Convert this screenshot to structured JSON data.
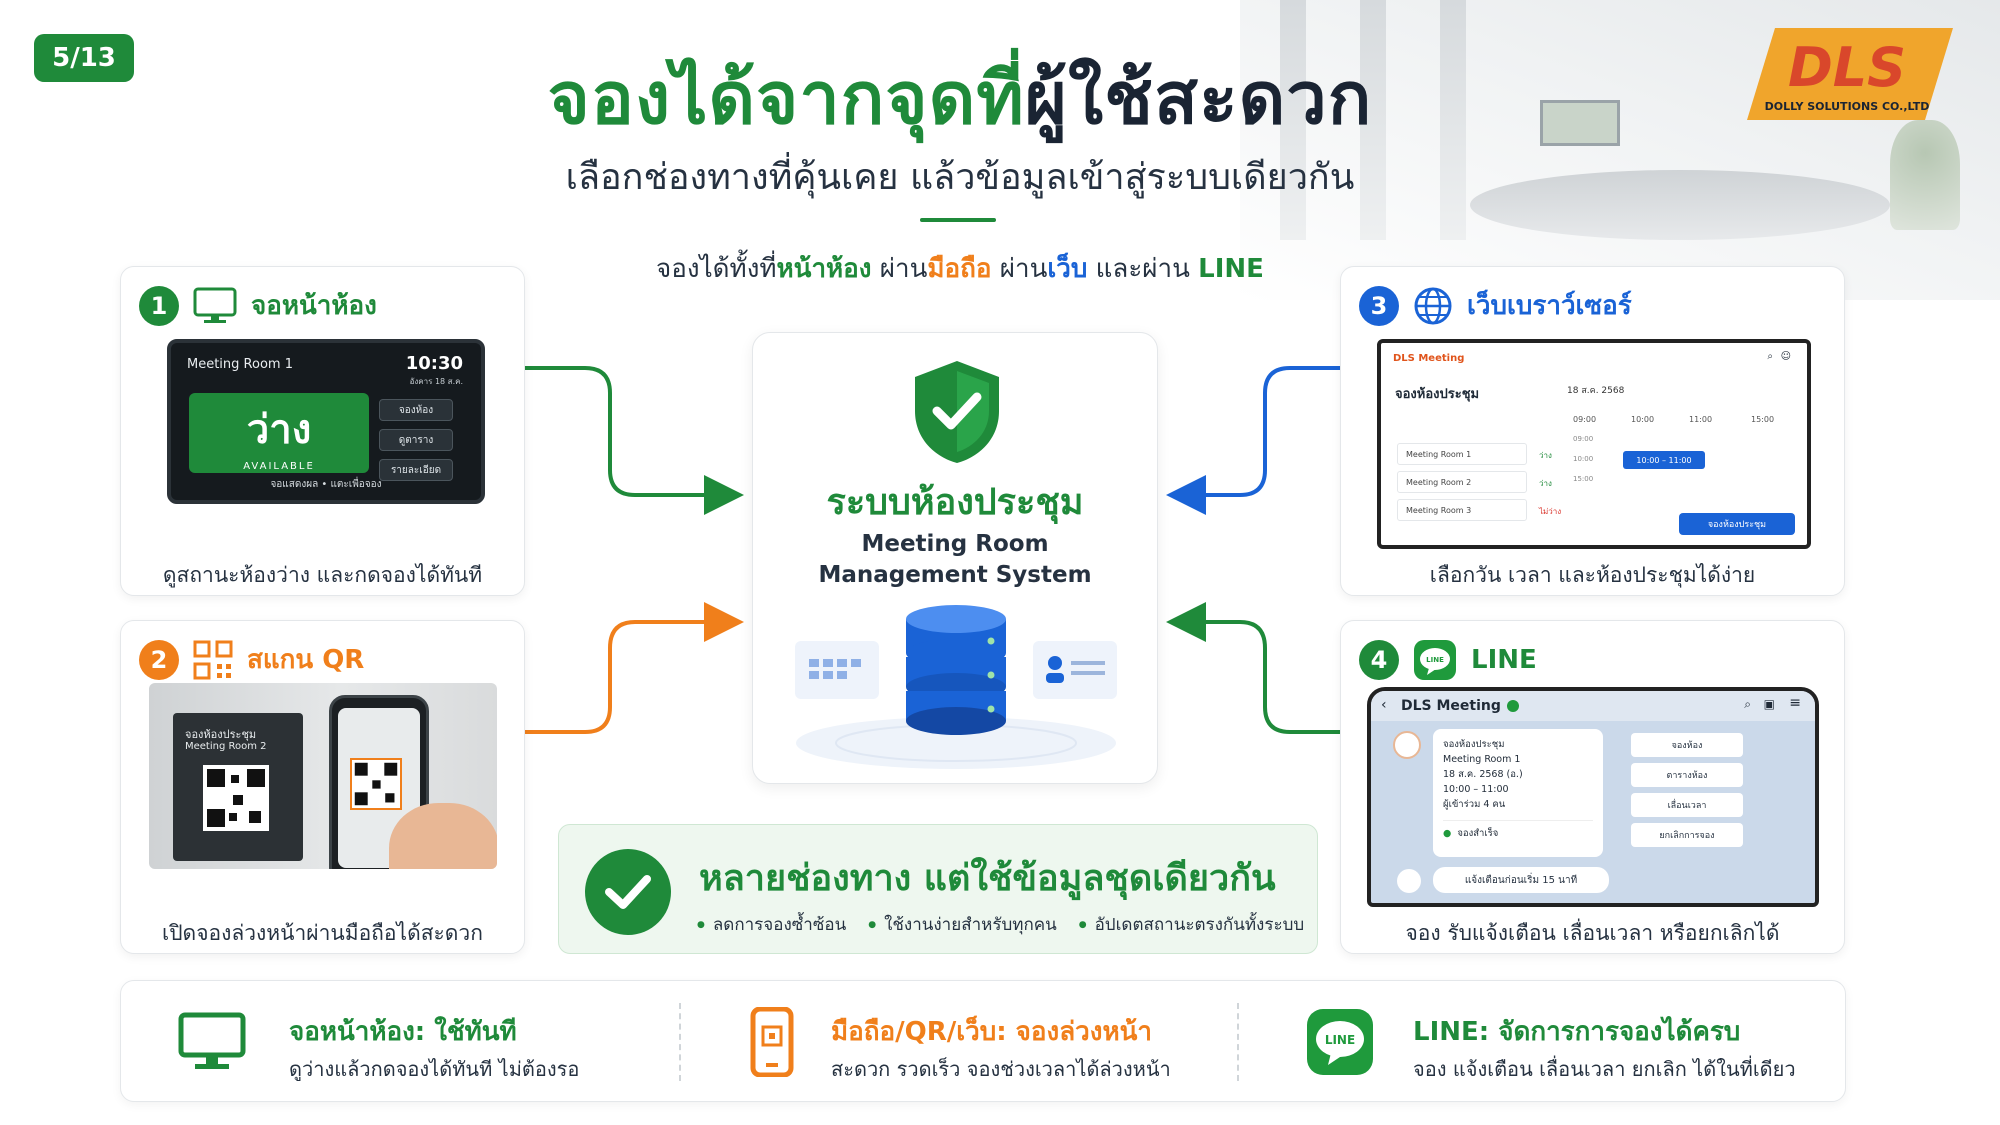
{
  "page_badge": "5/13",
  "logo": {
    "text": "DLS",
    "company": "DOLLY SOLUTIONS CO.,LTD"
  },
  "header": {
    "title_green": "จองได้จากจุดที่",
    "title_dark": "ผู้ใช้สะดวก",
    "subtitle": "เลือกช่องทางที่คุ้นเคย แล้วข้อมูลเข้าสู่ระบบเดียวกัน",
    "tagline": {
      "p1": "จองได้ทั้งที่",
      "h1": "หน้าห้อง",
      "p2": " ผ่าน",
      "h2": "มือถือ",
      "p3": " ผ่าน",
      "h3": "เว็บ",
      "p4": " และผ่าน ",
      "h4": "LINE"
    }
  },
  "colors": {
    "green": "#1f8a3a",
    "orange": "#f07f1b",
    "blue": "#1a63d6",
    "dark": "#1a2433"
  },
  "cards": {
    "kiosk": {
      "number": "1",
      "title": "จอหน้าห้อง",
      "icon": "monitor-icon",
      "screen": {
        "room": "Meeting Room 1",
        "time": "10:30",
        "date": "อังคาร 18 ส.ค.",
        "status": "ว่าง",
        "status_en": "AVAILABLE",
        "buttons": [
          "จองห้อง",
          "ดูตาราง",
          "รายละเอียด"
        ],
        "footer": "จอแสดงผล • แตะเพื่อจอง"
      },
      "caption": "ดูสถานะห้องว่าง และกดจองได้ทันที"
    },
    "qr": {
      "number": "2",
      "title": "สแกน QR",
      "icon": "qr-code-icon",
      "plate": {
        "line1": "จองห้องประชุม",
        "line2": "Meeting Room 2"
      },
      "caption": "เปิดจองล่วงหน้าผ่านมือถือได้สะดวก"
    },
    "web": {
      "number": "3",
      "title": "เว็บเบราว์เซอร์",
      "icon": "globe-icon",
      "screen": {
        "logo": "DLS Meeting",
        "heading": "จองห้องประชุม",
        "date": "18 ส.ค. 2568",
        "rooms": [
          {
            "name": "Meeting Room 1",
            "status": "ว่าง"
          },
          {
            "name": "Meeting Room 2",
            "status": "ว่าง"
          },
          {
            "name": "Meeting Room 3",
            "status": "ไม่ว่าง"
          }
        ],
        "time_headers": [
          "09:00",
          "10:00",
          "11:00",
          "15:00"
        ],
        "time_rows": [
          "09:00",
          "10:00",
          "15:00"
        ],
        "selected_slot": "10:00 – 11:00",
        "book_button": "จองห้องประชุม"
      },
      "caption": "เลือกวัน เวลา และห้องประชุมได้ง่าย"
    },
    "line": {
      "number": "4",
      "title": "LINE",
      "icon": "line-app-icon",
      "chat": {
        "name": "DLS Meeting",
        "message": [
          "จองห้องประชุม",
          "Meeting Room 1",
          "18 ส.ค. 2568 (อ.)",
          "10:00 – 11:00",
          "ผู้เข้าร่วม 4 คน"
        ],
        "success": "จองสำเร็จ",
        "quick_buttons": [
          "จองห้อง",
          "ตารางห้อง",
          "เลื่อนเวลา",
          "ยกเลิกการจอง"
        ],
        "reminder": "แจ้งเตือนก่อนเริ่ม 15 นาที"
      },
      "caption": "จอง รับแจ้งเตือน เลื่อนเวลา หรือยกเลิกได้"
    }
  },
  "center": {
    "title_th": "ระบบห้องประชุม",
    "title_en_1": "Meeting Room",
    "title_en_2": "Management System"
  },
  "banner": {
    "title": "หลายช่องทาง แต่ใช้ข้อมูลชุดเดียวกัน",
    "bullets": [
      "ลดการจองซ้ำซ้อน",
      "ใช้งานง่ายสำหรับทุกคน",
      "อัปเดตสถานะตรงกันทั้งระบบ"
    ]
  },
  "summary": [
    {
      "title": "จอหน้าห้อง: ใช้ทันที",
      "desc": "ดูว่างแล้วกดจองได้ทันที ไม่ต้องรอ",
      "color": "#1f8a3a",
      "icon": "monitor-icon"
    },
    {
      "title": "มือถือ/QR/เว็บ: จองล่วงหน้า",
      "desc": "สะดวก รวดเร็ว จองช่วงเวลาได้ล่วงหน้า",
      "color": "#f07f1b",
      "icon": "mobile-qr-icon"
    },
    {
      "title": "LINE: จัดการการจองได้ครบ",
      "desc": "จอง แจ้งเตือน เลื่อนเวลา ยกเลิก ได้ในที่เดียว",
      "color": "#1f8a3a",
      "icon": "line-app-icon"
    }
  ]
}
